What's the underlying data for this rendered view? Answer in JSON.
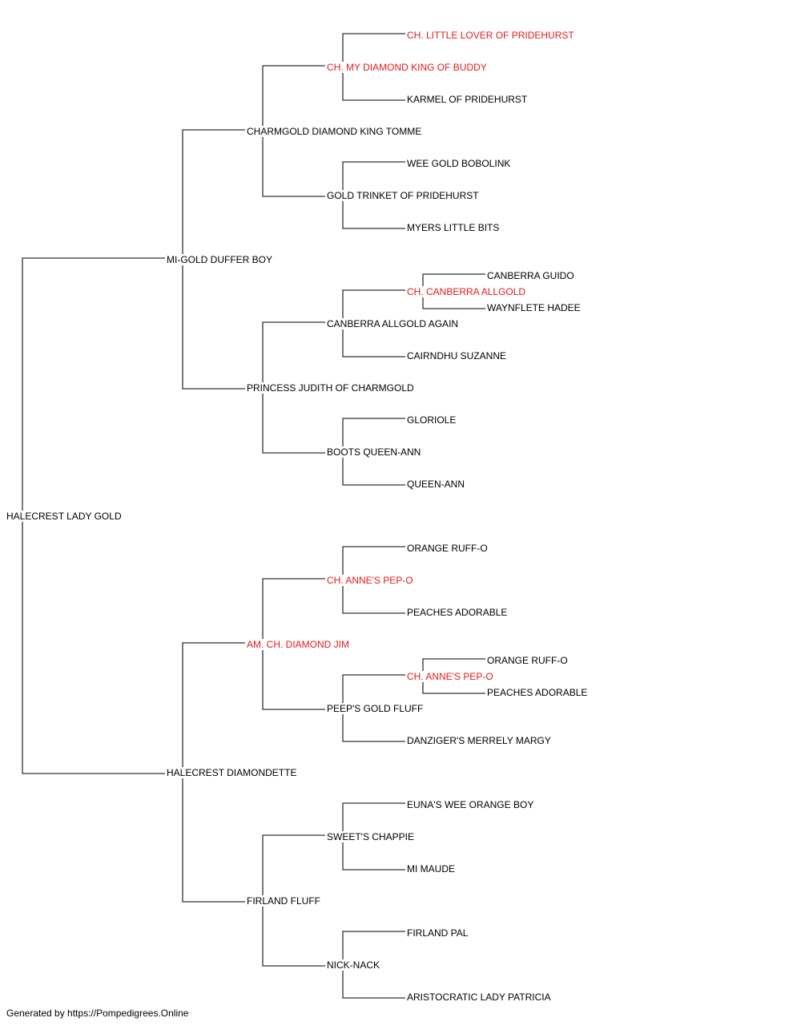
{
  "colors": {
    "champion": "#e8191b",
    "normal": "#000000",
    "line": "#333333"
  },
  "pedigree": {
    "subject": {
      "name": "HALECREST LADY GOLD",
      "champion": false
    },
    "sire": {
      "name": "MI-GOLD DUFFER BOY",
      "champion": false
    },
    "dam": {
      "name": "HALECREST DIAMONDETTE",
      "champion": false
    },
    "ss": {
      "name": "CHARMGOLD DIAMOND KING TOMME",
      "champion": false
    },
    "sd": {
      "name": "PRINCESS JUDITH OF CHARMGOLD",
      "champion": false
    },
    "ds": {
      "name": "AM. CH. DIAMOND JIM",
      "champion": true
    },
    "dd": {
      "name": "FIRLAND FLUFF",
      "champion": false
    },
    "sss": {
      "name": "CH. MY DIAMOND KING OF BUDDY",
      "champion": true
    },
    "ssd": {
      "name": "GOLD TRINKET OF PRIDEHURST",
      "champion": false
    },
    "sds": {
      "name": "CANBERRA ALLGOLD AGAIN",
      "champion": false
    },
    "sdd": {
      "name": "BOOTS QUEEN-ANN",
      "champion": false
    },
    "dss": {
      "name": "CH. ANNE'S PEP-O",
      "champion": true
    },
    "dsd": {
      "name": "PEEP'S GOLD FLUFF",
      "champion": false
    },
    "dds": {
      "name": "SWEET'S CHAPPIE",
      "champion": false
    },
    "ddd": {
      "name": "NICK-NACK",
      "champion": false
    },
    "ssss": {
      "name": "CH. LITTLE LOVER OF PRIDEHURST",
      "champion": true
    },
    "sssd": {
      "name": "KARMEL OF PRIDEHURST",
      "champion": false
    },
    "ssds": {
      "name": "WEE GOLD BOBOLINK",
      "champion": false
    },
    "ssdd": {
      "name": "MYERS LITTLE BITS",
      "champion": false
    },
    "sdss": {
      "name": "CH. CANBERRA ALLGOLD",
      "champion": true
    },
    "sdsd": {
      "name": "CAIRNDHU SUZANNE",
      "champion": false
    },
    "sdds": {
      "name": "GLORIOLE",
      "champion": false
    },
    "sddd": {
      "name": "QUEEN-ANN",
      "champion": false
    },
    "dsss": {
      "name": "ORANGE RUFF-O",
      "champion": false
    },
    "dssd": {
      "name": "PEACHES ADORABLE",
      "champion": false
    },
    "dsds": {
      "name": "CH. ANNE'S PEP-O",
      "champion": true
    },
    "dsdd": {
      "name": "DANZIGER'S MERRELY MARGY",
      "champion": false
    },
    "ddss": {
      "name": "EUNA'S WEE ORANGE BOY",
      "champion": false
    },
    "ddsd": {
      "name": "MI MAUDE",
      "champion": false
    },
    "ddds": {
      "name": "FIRLAND PAL",
      "champion": false
    },
    "dddd": {
      "name": "ARISTOCRATIC LADY PATRICIA",
      "champion": false
    },
    "sdsss": {
      "name": "CANBERRA GUIDO",
      "champion": false
    },
    "sdssd": {
      "name": "WAYNFLETE HADEE",
      "champion": false
    },
    "dsdss": {
      "name": "ORANGE RUFF-O",
      "champion": false
    },
    "dsdsd": {
      "name": "PEACHES ADORABLE",
      "champion": false
    }
  },
  "footer": "Generated by https://Pompedigrees.Online"
}
